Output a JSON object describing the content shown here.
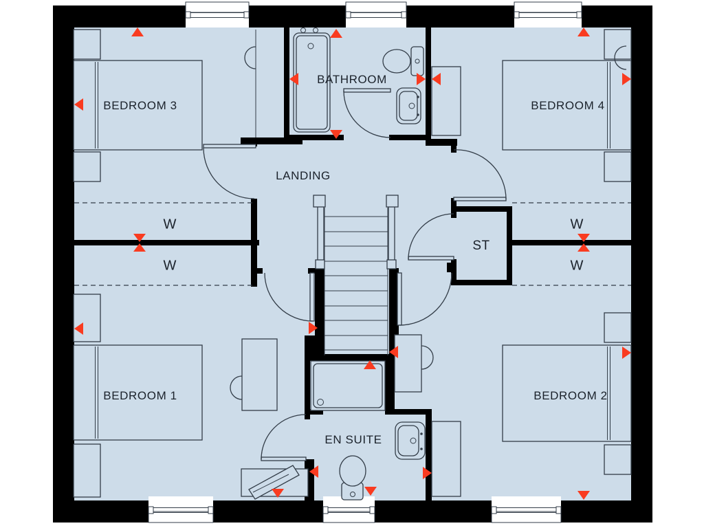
{
  "floorplan": {
    "colors": {
      "floor": "#cddce9",
      "wall": "#000000",
      "line": "#333d48",
      "marker": "#f93b20",
      "text": "#1b222b",
      "background": "#ffffff"
    },
    "rooms": [
      {
        "id": "bedroom-3",
        "label": "BEDROOM 3"
      },
      {
        "id": "bathroom",
        "label": "BATHROOM"
      },
      {
        "id": "bedroom-4",
        "label": "BEDROOM 4"
      },
      {
        "id": "landing",
        "label": "LANDING"
      },
      {
        "id": "store",
        "label": "ST"
      },
      {
        "id": "bedroom-1",
        "label": "BEDROOM 1"
      },
      {
        "id": "en-suite",
        "label": "EN SUITE"
      },
      {
        "id": "bedroom-2",
        "label": "BEDROOM 2"
      }
    ],
    "wardrobe_label": "W"
  }
}
